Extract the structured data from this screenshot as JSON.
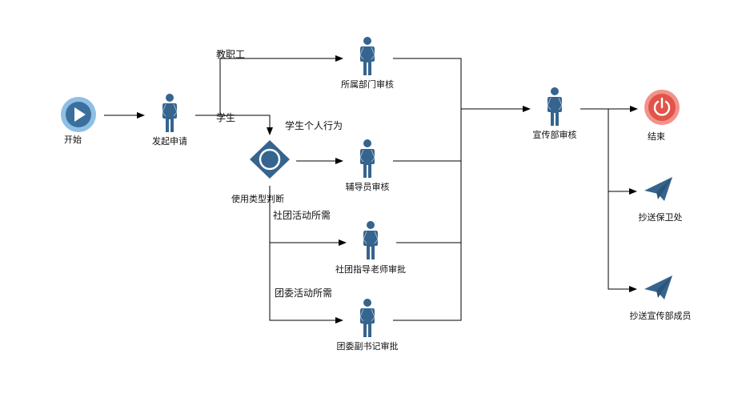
{
  "diagram": {
    "nodes": {
      "start": "开始",
      "apply": "发起申请",
      "dept_review": "所属部门审核",
      "type_judge": "使用类型判断",
      "counselor_review": "辅导员审核",
      "club_teacher": "社团指导老师审批",
      "league_secretary": "团委副书记审批",
      "propaganda_review": "宣传部审核",
      "end": "结束",
      "cc_security": "抄送保卫处",
      "cc_propaganda": "抄送宣传部成员"
    },
    "edges": {
      "staff": "教职工",
      "student": "学生",
      "personal": "学生个人行为",
      "club": "社团活动所需",
      "league": "团委活动所需"
    },
    "colors": {
      "figure": "#35648e",
      "start_outer": "#8fbfe3",
      "start_inner": "#3a6f9e",
      "end_outer": "#f3928a",
      "end_inner": "#e0544a",
      "plane": "#35648e"
    },
    "icons": {
      "start": "play-icon",
      "person": "person-icon",
      "gateway": "gateway-icon",
      "end": "power-icon",
      "send": "paper-plane-icon"
    }
  }
}
